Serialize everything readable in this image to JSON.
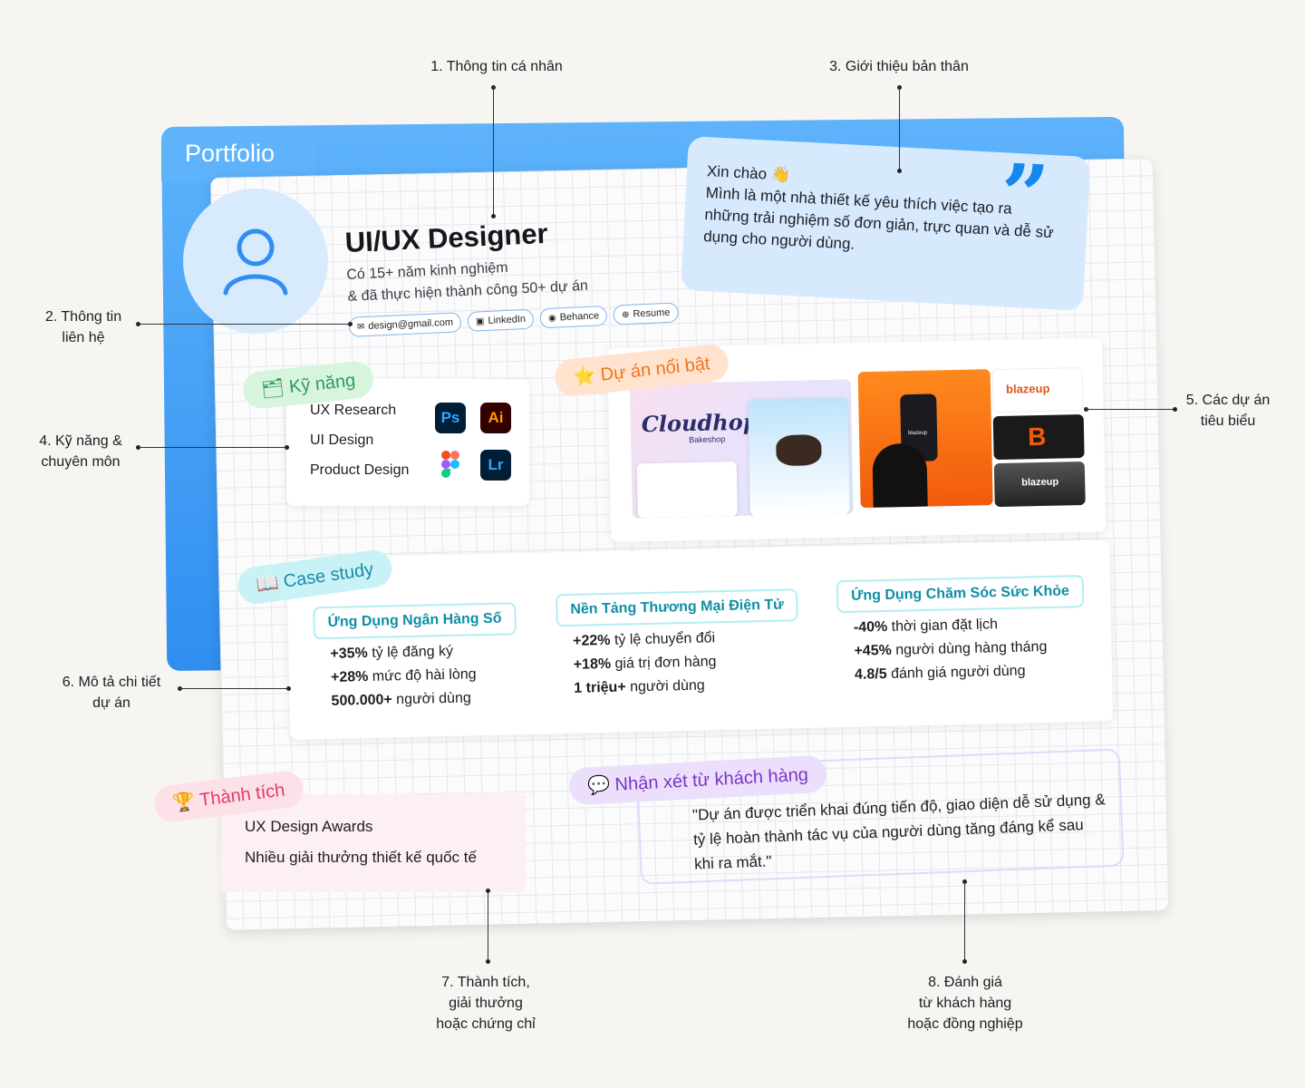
{
  "callouts": {
    "c1": "1. Thông tin cá nhân",
    "c2": "2. Thông tin\nliên hệ",
    "c3": "3. Giới thiệu bản thân",
    "c4": "4. Kỹ năng &\nchuyên môn",
    "c5": "5. Các dự án\ntiêu biểu",
    "c6": "6. Mô tả chi tiết\ndự án",
    "c7": "7. Thành tích,\ngiải thưởng\nhoặc chứng chỉ",
    "c8": "8. Đánh giá\ntừ khách hàng\nhoặc đồng nghiệp"
  },
  "folder": {
    "title": "Portfolio"
  },
  "profile": {
    "role": "UI/UX Designer",
    "experience_line1": "Có 15+ năm kinh nghiệm",
    "experience_line2": "& đã thực hiện thành công 50+ dự án",
    "contacts": [
      {
        "icon": "email-icon",
        "label": "design@gmail.com"
      },
      {
        "icon": "briefcase-icon",
        "label": "LinkedIn"
      },
      {
        "icon": "palette-icon",
        "label": "Behance"
      },
      {
        "icon": "globe-icon",
        "label": "Resume"
      }
    ]
  },
  "intro": {
    "greeting": "Xin chào 👋",
    "body": "Mình là một nhà thiết kế yêu thích việc tạo ra những trải nghiệm số đơn giản, trực quan và dễ sử dụng cho người dùng."
  },
  "skills": {
    "label": "🗂 Kỹ năng",
    "items": [
      "UX Research",
      "UI Design",
      "Product Design"
    ],
    "apps": [
      {
        "name": "Ps",
        "color": "#31a8ff",
        "bg": "#001e36"
      },
      {
        "name": "Ai",
        "color": "#ff9a00",
        "bg": "#330000"
      },
      {
        "name": "Lr",
        "color": "#31a8ff",
        "bg": "#001e36"
      }
    ]
  },
  "projects": {
    "label": "⭐ Dự án nổi bật",
    "cloudhop": {
      "logo": "Cloudhop",
      "sub": "Bakeshop"
    },
    "blazeup": {
      "logo": "blazeup"
    }
  },
  "case_study": {
    "label": "📖 Case study",
    "columns": [
      {
        "title": "Ứng Dụng Ngân Hàng Số",
        "stats": [
          {
            "value": "+35%",
            "text": " tỷ lệ đăng ký"
          },
          {
            "value": "+28%",
            "text": " mức độ hài lòng"
          },
          {
            "value": "500.000+",
            "text": " người dùng"
          }
        ]
      },
      {
        "title": "Nền Tảng Thương Mại Điện Tử",
        "stats": [
          {
            "value": "+22%",
            "text": " tỷ lệ chuyển đổi"
          },
          {
            "value": "+18%",
            "text": " giá trị đơn hàng"
          },
          {
            "value": "1 triệu+",
            "text": " người dùng"
          }
        ]
      },
      {
        "title": "Ứng Dụng Chăm Sóc Sức Khỏe",
        "stats": [
          {
            "value": "-40%",
            "text": " thời gian đặt lịch"
          },
          {
            "value": "+45%",
            "text": " người dùng hàng tháng"
          },
          {
            "value": "4.8/5",
            "text": " đánh giá người dùng"
          }
        ]
      }
    ]
  },
  "achievements": {
    "label": "🏆 Thành tích",
    "line1": "UX Design Awards",
    "line2": "Nhiều giải thưởng thiết kế quốc tế"
  },
  "testimonial": {
    "label": "💬 Nhận xét từ khách hàng",
    "quote": "\"Dự án được triển khai đúng tiến độ, giao diện dễ sử dụng & tỷ lệ hoàn thành tác vụ của người dùng tăng đáng kể sau khi ra mắt.\""
  },
  "colors": {
    "folder": "#3b9bf5",
    "skills_pill": "#d6f5dc",
    "projects_pill": "#ffe3cf",
    "case_pill": "#c9f2f6",
    "ach_pill": "#fde1e8",
    "testi_pill": "#ecdffb"
  }
}
